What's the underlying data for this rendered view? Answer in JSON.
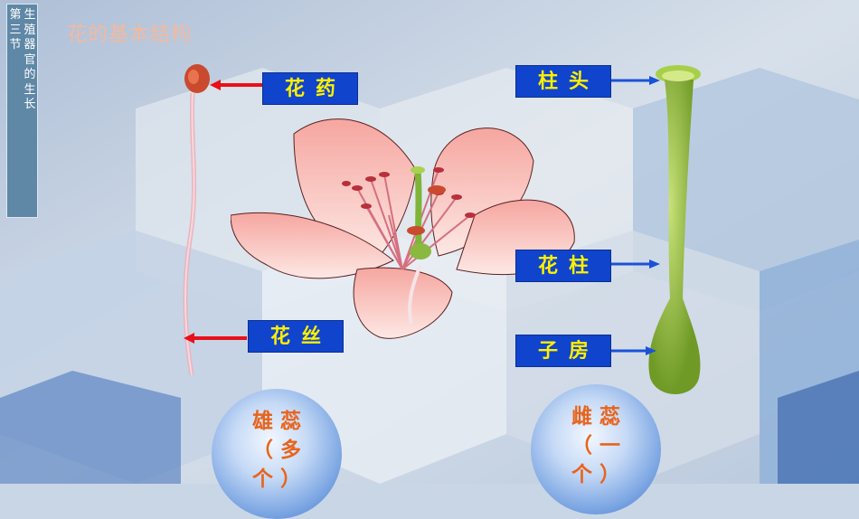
{
  "sidebar": {
    "section": "第三节",
    "topic": "生殖器官的生长"
  },
  "title": "花的基本结构",
  "labels": {
    "anther": "花药",
    "filament": "花丝",
    "stigma": "柱头",
    "style": "花柱",
    "ovary": "子房"
  },
  "circles": {
    "stamen_line1": "雄蕊",
    "stamen_line2": "（多",
    "stamen_line3": "个）",
    "pistil_line1": "雌蕊",
    "pistil_line2": "（一",
    "pistil_line3": "个）"
  },
  "colors": {
    "label_bg": "#1044cc",
    "label_text": "#fff000",
    "stamen_arrow": "#e8101a",
    "pistil_arrow": "#1a52d8",
    "circle_text": "#e8641c",
    "title": "#f3b9a0"
  }
}
